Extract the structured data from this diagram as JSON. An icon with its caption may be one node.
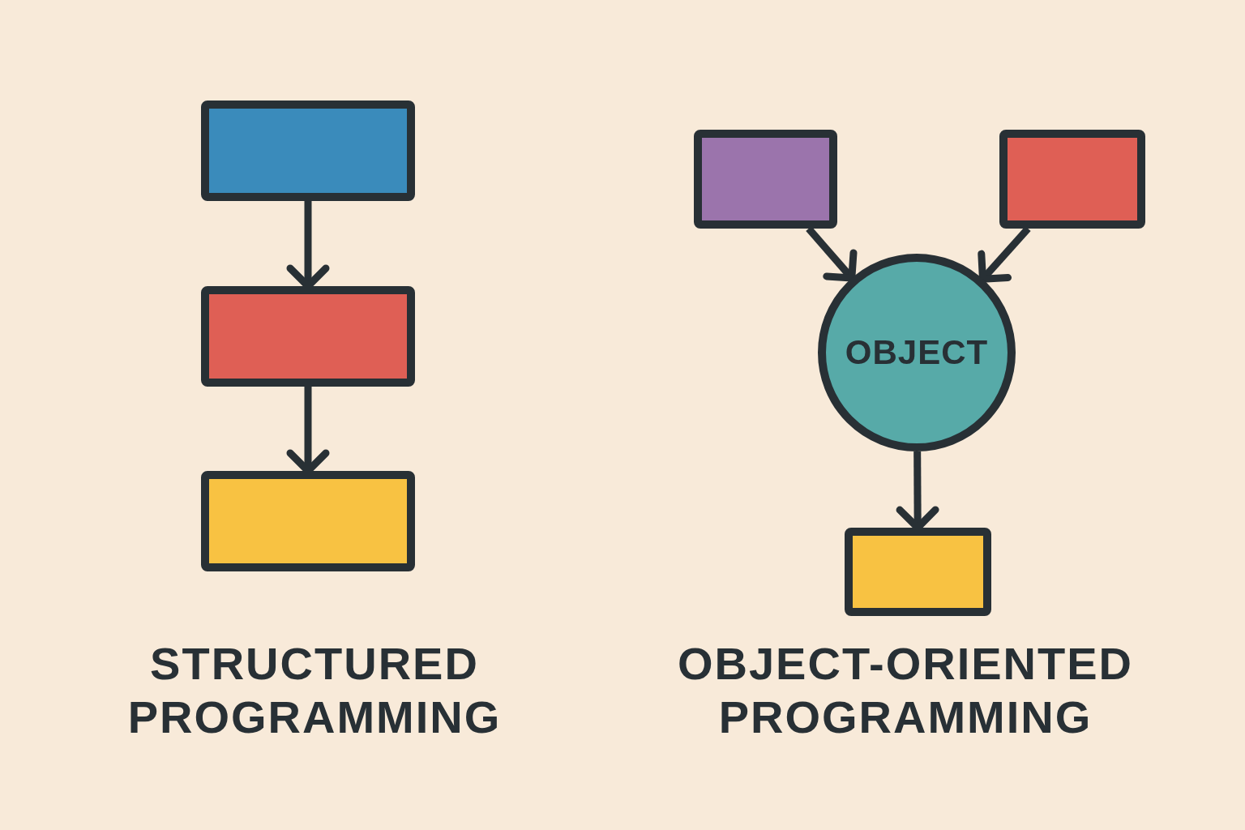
{
  "diagram": {
    "nodes": [
      {
        "text": [],
        "shape": "box"
      },
      {
        "text": [],
        "shape": "box"
      },
      {
        "text": [],
        "shape": "box"
      },
      {
        "text": [],
        "shape": "box"
      },
      {
        "text": [],
        "shape": "box"
      },
      {
        "text": [
          "OBJECT"
        ]
      },
      {
        "text": [],
        "shape": "box"
      }
    ],
    "edges": [
      {
        "from": 0,
        "to": 1,
        "arrow": "to"
      },
      {
        "from": 1,
        "to": 2,
        "arrow": "to"
      },
      {
        "from": 3,
        "to": 5,
        "arrow": "to"
      },
      {
        "from": 4,
        "to": 5,
        "arrow": "to"
      },
      {
        "from": 5,
        "to": 6,
        "arrow": "to"
      }
    ],
    "labels": [
      "STRUCTURED PROGRAMMING",
      "OBJECT-ORIENTED PROGRAMMING"
    ]
  }
}
